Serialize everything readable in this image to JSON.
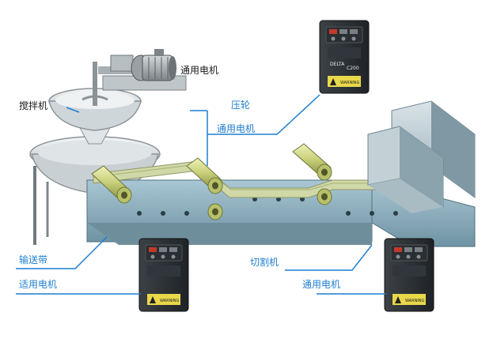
{
  "labels": {
    "motor_top": "通用电机",
    "mixer": "搅拌机",
    "press_roller": "压轮",
    "motor_press": "通用电机",
    "conveyor": "输送带",
    "motor_conveyor": "适用电机",
    "cutter": "切割机",
    "motor_cutter": "通用电机"
  },
  "drive_screen": {
    "brand": "DELTA",
    "model": "C200",
    "warning": "WARNING"
  },
  "colors": {
    "label_text": "#1a1a1a",
    "callout_blue": "#1f7fd0",
    "machine_body": "#8fb3c2",
    "belt": "#cfd8a6"
  }
}
